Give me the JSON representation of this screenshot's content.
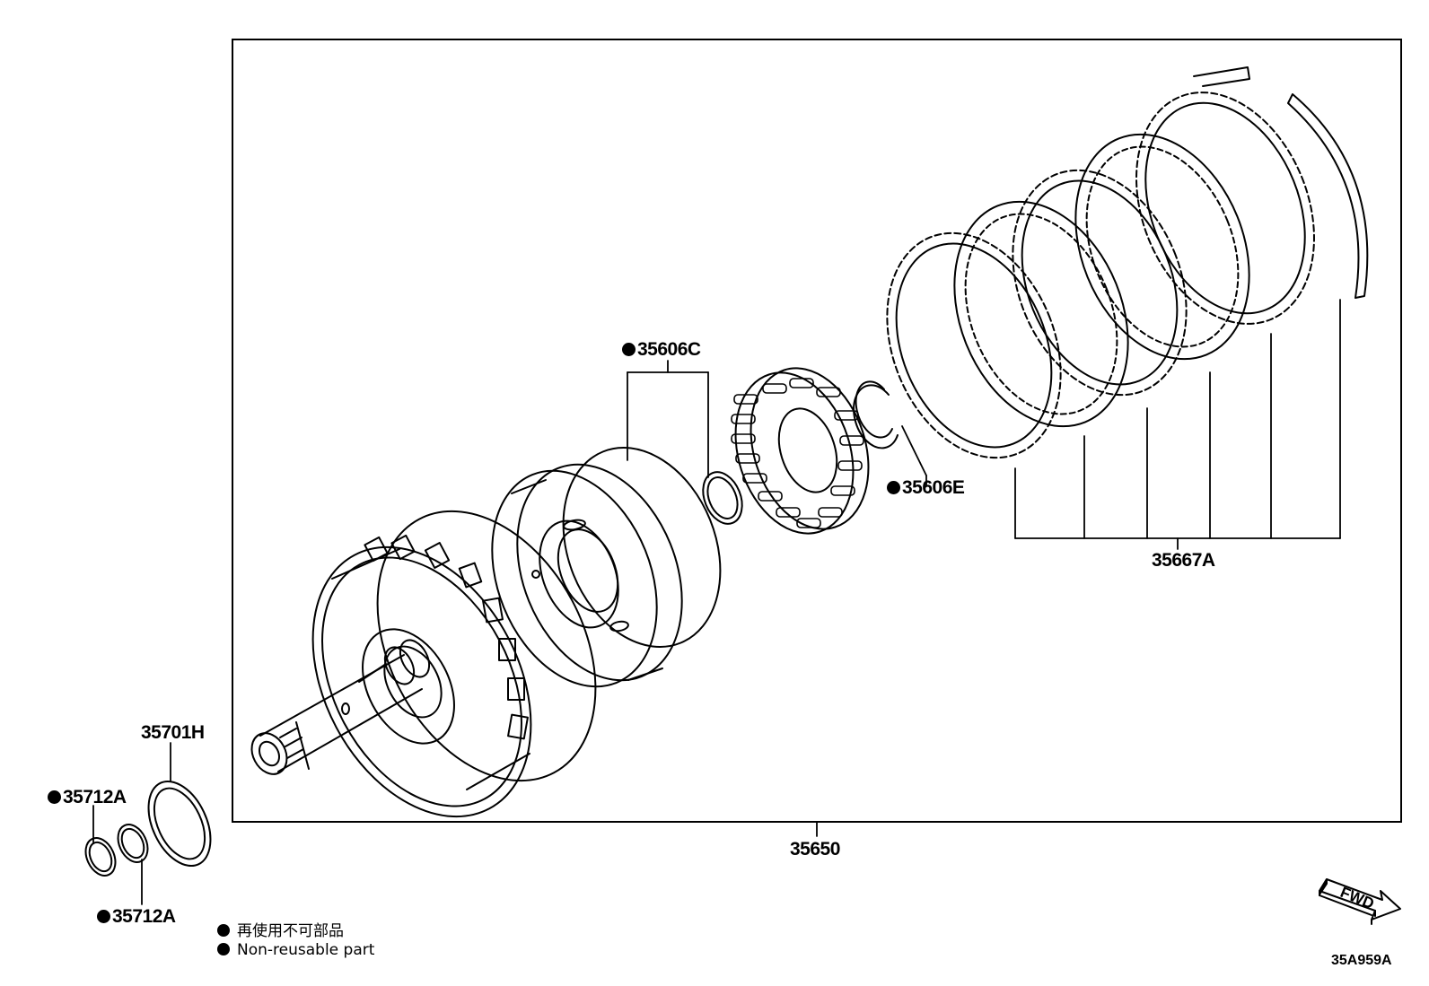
{
  "parts": {
    "p35606C": "35606C",
    "p35606E": "35606E",
    "p35667A": "35667A",
    "p35650": "35650",
    "p35701H": "35701H",
    "p35712A_top": "35712A",
    "p35712A_bottom": "35712A"
  },
  "legend": {
    "jp": "再使用不可部品",
    "en": "Non-reusable part"
  },
  "fwd_label": "FWD",
  "diagram_id": "35A959A",
  "colors": {
    "line": "#000000",
    "background": "#ffffff"
  }
}
